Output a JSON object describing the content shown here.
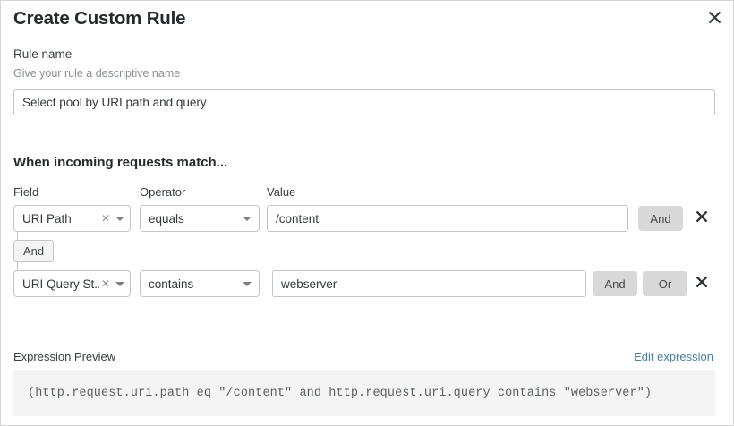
{
  "dialog": {
    "title": "Create Custom Rule",
    "close_icon": "close-icon"
  },
  "rule_name": {
    "label": "Rule name",
    "sublabel": "Give your rule a descriptive name",
    "value": "Select pool by URI path and query",
    "placeholder": "Rule name"
  },
  "conditions_section": {
    "heading": "When incoming requests match...",
    "columns": {
      "field": "Field",
      "operator": "Operator",
      "value": "Value"
    },
    "connector_label": "And",
    "rows": [
      {
        "field": "URI Path",
        "operator": "equals",
        "value": "/content",
        "value_placeholder": "Value",
        "clear_icon": "close-small-icon",
        "caret_icon": "chevron-down-icon",
        "buttons": [
          "And"
        ],
        "delete_icon": "close-icon"
      },
      {
        "field": "URI Query St...",
        "operator": "contains",
        "value": "webserver",
        "value_placeholder": "Value",
        "clear_icon": "close-small-icon",
        "caret_icon": "chevron-down-icon",
        "buttons": [
          "And",
          "Or"
        ],
        "delete_icon": "close-icon"
      }
    ]
  },
  "expression_preview": {
    "label": "Expression Preview",
    "edit_link": "Edit expression",
    "code": "(http.request.uri.path eq \"/content\" and http.request.uri.query contains \"webserver\")"
  },
  "colors": {
    "link": "#4a7fa5",
    "pill_bg": "#d8d8d8",
    "code_bg": "#f4f4f4",
    "border": "#c3c6c8"
  }
}
